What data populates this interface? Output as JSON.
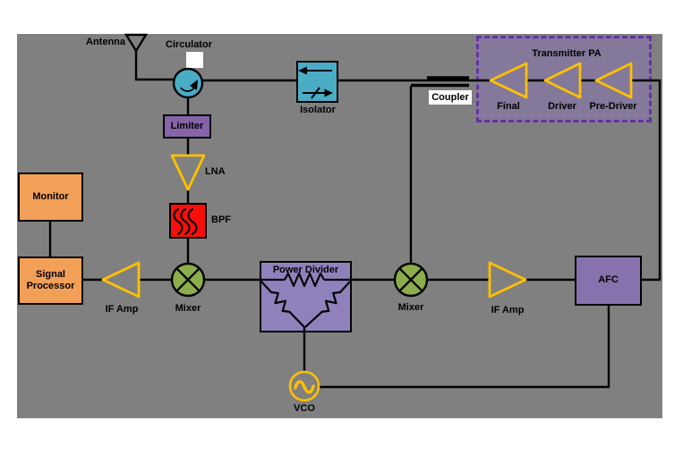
{
  "diagram": {
    "type": "rf-transceiver-block-diagram",
    "colors": {
      "background": "#808080",
      "wire": "#000000",
      "block_orange": "#F2A058",
      "block_purple": "#8565A8",
      "block_purple_light": "#9081BC",
      "block_purple_medium": "#8672AC",
      "block_blue": "#4BACC6",
      "block_red": "#F80F0C",
      "mixer_green": "#8CAD4B",
      "amp_yellow": "#FFC000",
      "pa_region_fill": "#84789B",
      "pa_region_border": "#6633A2"
    },
    "components": {
      "antenna": {
        "label": "Antenna"
      },
      "circulator": {
        "label": "Circulator"
      },
      "isolator": {
        "label": "Isolator"
      },
      "coupler": {
        "label": "Coupler"
      },
      "transmitter_pa": {
        "label": "Transmitter PA",
        "stages": [
          {
            "label": "Final"
          },
          {
            "label": "Driver"
          },
          {
            "label": "Pre-Driver"
          }
        ]
      },
      "limiter": {
        "label": "Limiter"
      },
      "lna": {
        "label": "LNA"
      },
      "bpf": {
        "label": "BPF"
      },
      "monitor": {
        "label": "Monitor"
      },
      "signal_processor": {
        "label": "Signal Processor"
      },
      "if_amp_rx": {
        "label": "IF Amp"
      },
      "mixer_rx": {
        "label": "Mixer"
      },
      "power_divider": {
        "label": "Power Divider"
      },
      "mixer_if": {
        "label": "Mixer"
      },
      "if_amp_if": {
        "label": "IF Amp"
      },
      "afc": {
        "label": "AFC"
      },
      "vco": {
        "label": "VCO"
      }
    }
  }
}
